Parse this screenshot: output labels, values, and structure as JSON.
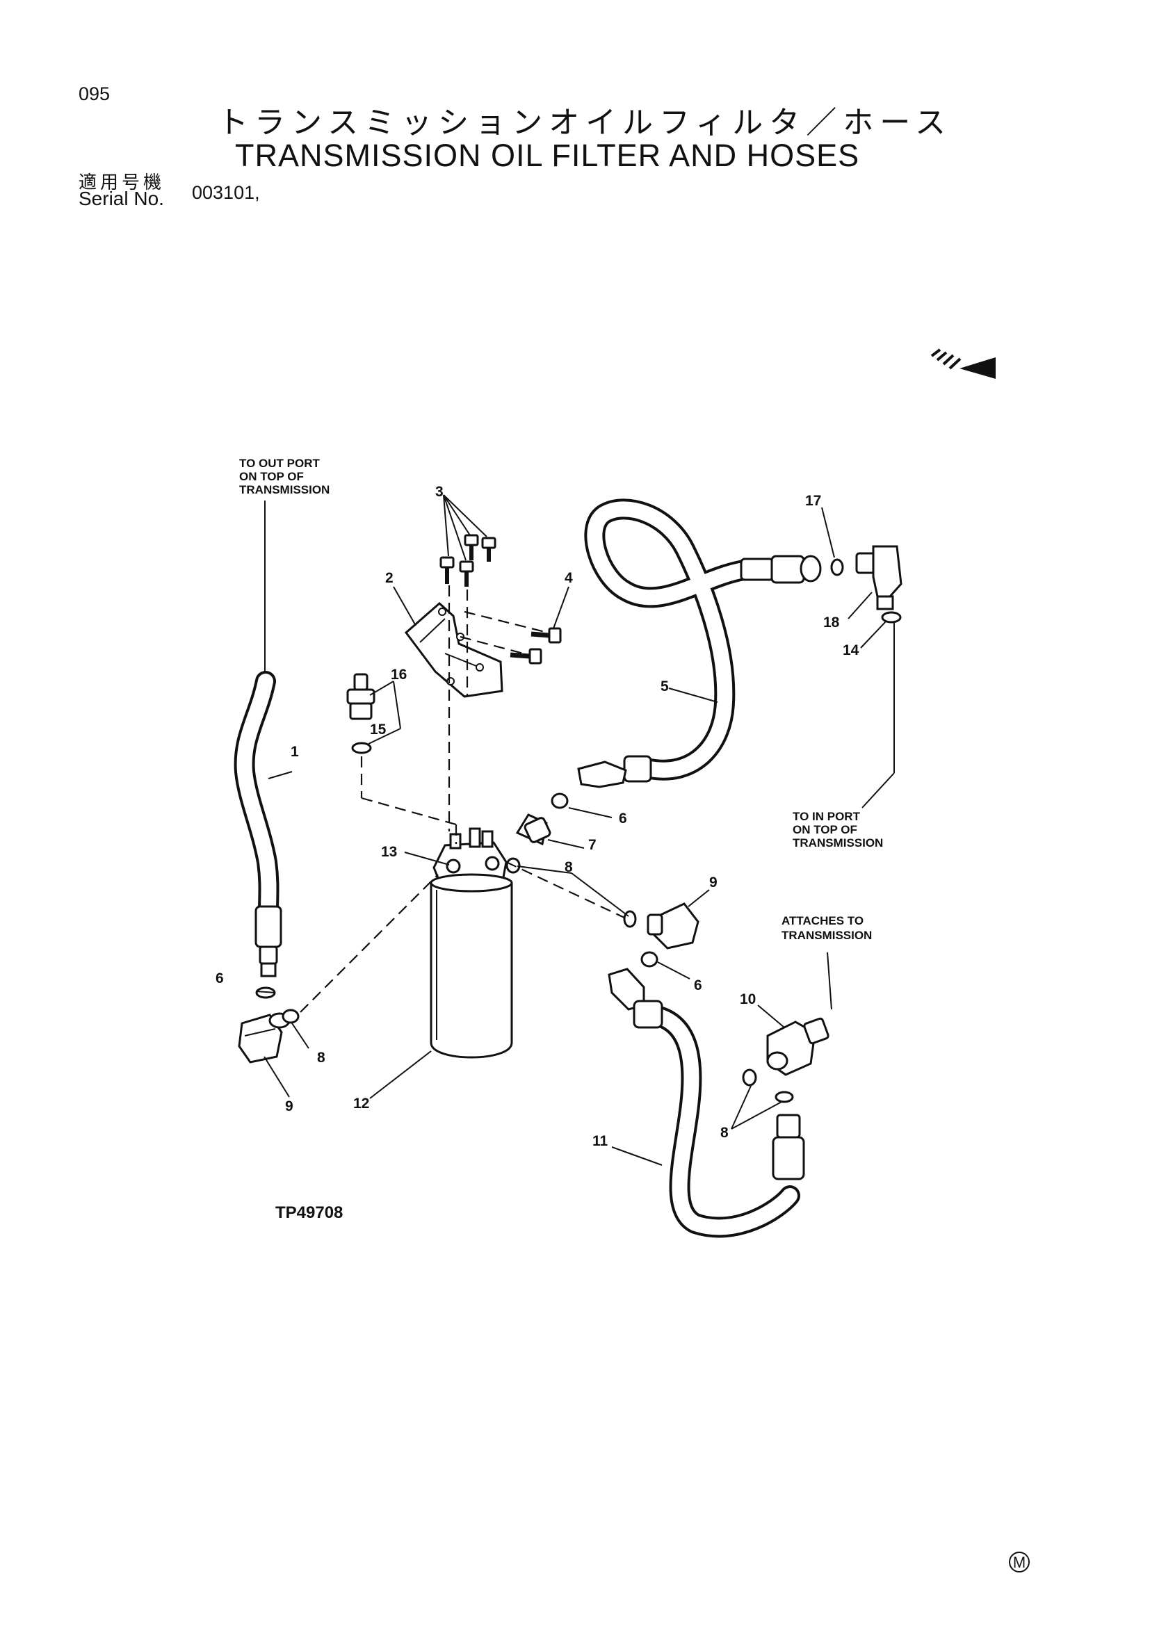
{
  "header": {
    "page_number": "095",
    "title_jp": "トランスミッションオイルフィルタ／ホース",
    "title_en": "TRANSMISSION OIL FILTER AND HOSES",
    "serial_label_jp": "適用号機",
    "serial_label_en": "Serial No.",
    "serial_value": "003101,"
  },
  "diagram": {
    "notes": {
      "out_port": [
        "TO OUT PORT",
        "ON TOP OF",
        "TRANSMISSION"
      ],
      "in_port": [
        "TO IN PORT",
        "ON TOP OF",
        "TRANSMISSION"
      ],
      "attaches": [
        "ATTACHES TO",
        "TRANSMISSION"
      ]
    },
    "callouts": {
      "c1": "1",
      "c2": "2",
      "c3": "3",
      "c4": "4",
      "c5": "5",
      "c6a": "6",
      "c6b": "6",
      "c6c": "6",
      "c7": "7",
      "c8a": "8",
      "c8b": "8",
      "c8c": "8",
      "c9a": "9",
      "c9b": "9",
      "c10": "10",
      "c11": "11",
      "c12": "12",
      "c13": "13",
      "c14": "14",
      "c15": "15",
      "c16": "16",
      "c17": "17",
      "c18": "18"
    },
    "figure_id": "TP49708",
    "mark": "M"
  }
}
